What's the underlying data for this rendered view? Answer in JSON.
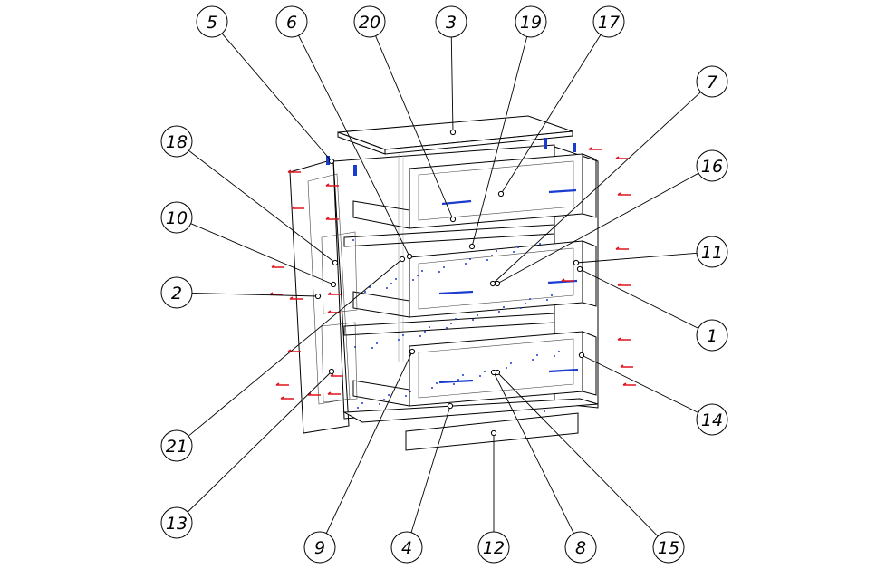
{
  "diagram": {
    "title": "Chest of drawers exploded assembly view",
    "callouts": {
      "c1": "1",
      "c2": "2",
      "c3": "3",
      "c4": "4",
      "c5": "5",
      "c6": "6",
      "c7": "7",
      "c8": "8",
      "c9": "9",
      "c10": "10",
      "c11": "11",
      "c12": "12",
      "c13": "13",
      "c14": "14",
      "c15": "15",
      "c16": "16",
      "c17": "17",
      "c18": "18",
      "c19": "19",
      "c20": "20",
      "c21": "21"
    },
    "colors": {
      "lines": "#000000",
      "handles": "#1a3ccf",
      "fasteners": "#e0141e"
    }
  }
}
